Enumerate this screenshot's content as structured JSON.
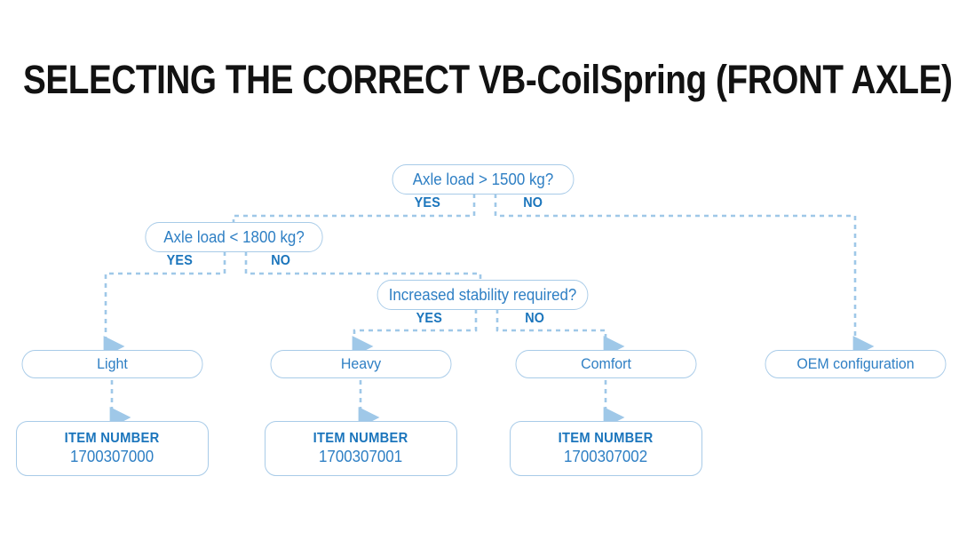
{
  "page": {
    "title": "SELECTING THE CORRECT VB-CoilSpring (FRONT AXLE)",
    "accent_blue": "#2e7fc4",
    "label_blue": "#1b75bc",
    "border_blue": "#a8cbe8",
    "connector_blue": "#9fc8e8",
    "background": "#ffffff"
  },
  "flowchart": {
    "type": "decision-tree",
    "decisions": [
      {
        "id": "d1",
        "text": "Axle load > 1500 kg?",
        "yes_label": "YES",
        "no_label": "NO",
        "yes_target": "d2",
        "no_target": "r4"
      },
      {
        "id": "d2",
        "text": "Axle load < 1800 kg?",
        "yes_label": "YES",
        "no_label": "NO",
        "yes_target": "r1",
        "no_target": "d3"
      },
      {
        "id": "d3",
        "text": "Increased stability required?",
        "yes_label": "YES",
        "no_label": "NO",
        "yes_target": "r2",
        "no_target": "r3"
      }
    ],
    "results": [
      {
        "id": "r1",
        "text": "Light"
      },
      {
        "id": "r2",
        "text": "Heavy"
      },
      {
        "id": "r3",
        "text": "Comfort"
      },
      {
        "id": "r4",
        "text": "OEM configuration"
      }
    ],
    "item_numbers": [
      {
        "id": "i1",
        "label": "ITEM NUMBER",
        "value": "1700307000",
        "from": "r1"
      },
      {
        "id": "i2",
        "label": "ITEM NUMBER",
        "value": "1700307001",
        "from": "r2"
      },
      {
        "id": "i3",
        "label": "ITEM NUMBER",
        "value": "1700307002",
        "from": "r3"
      }
    ]
  }
}
